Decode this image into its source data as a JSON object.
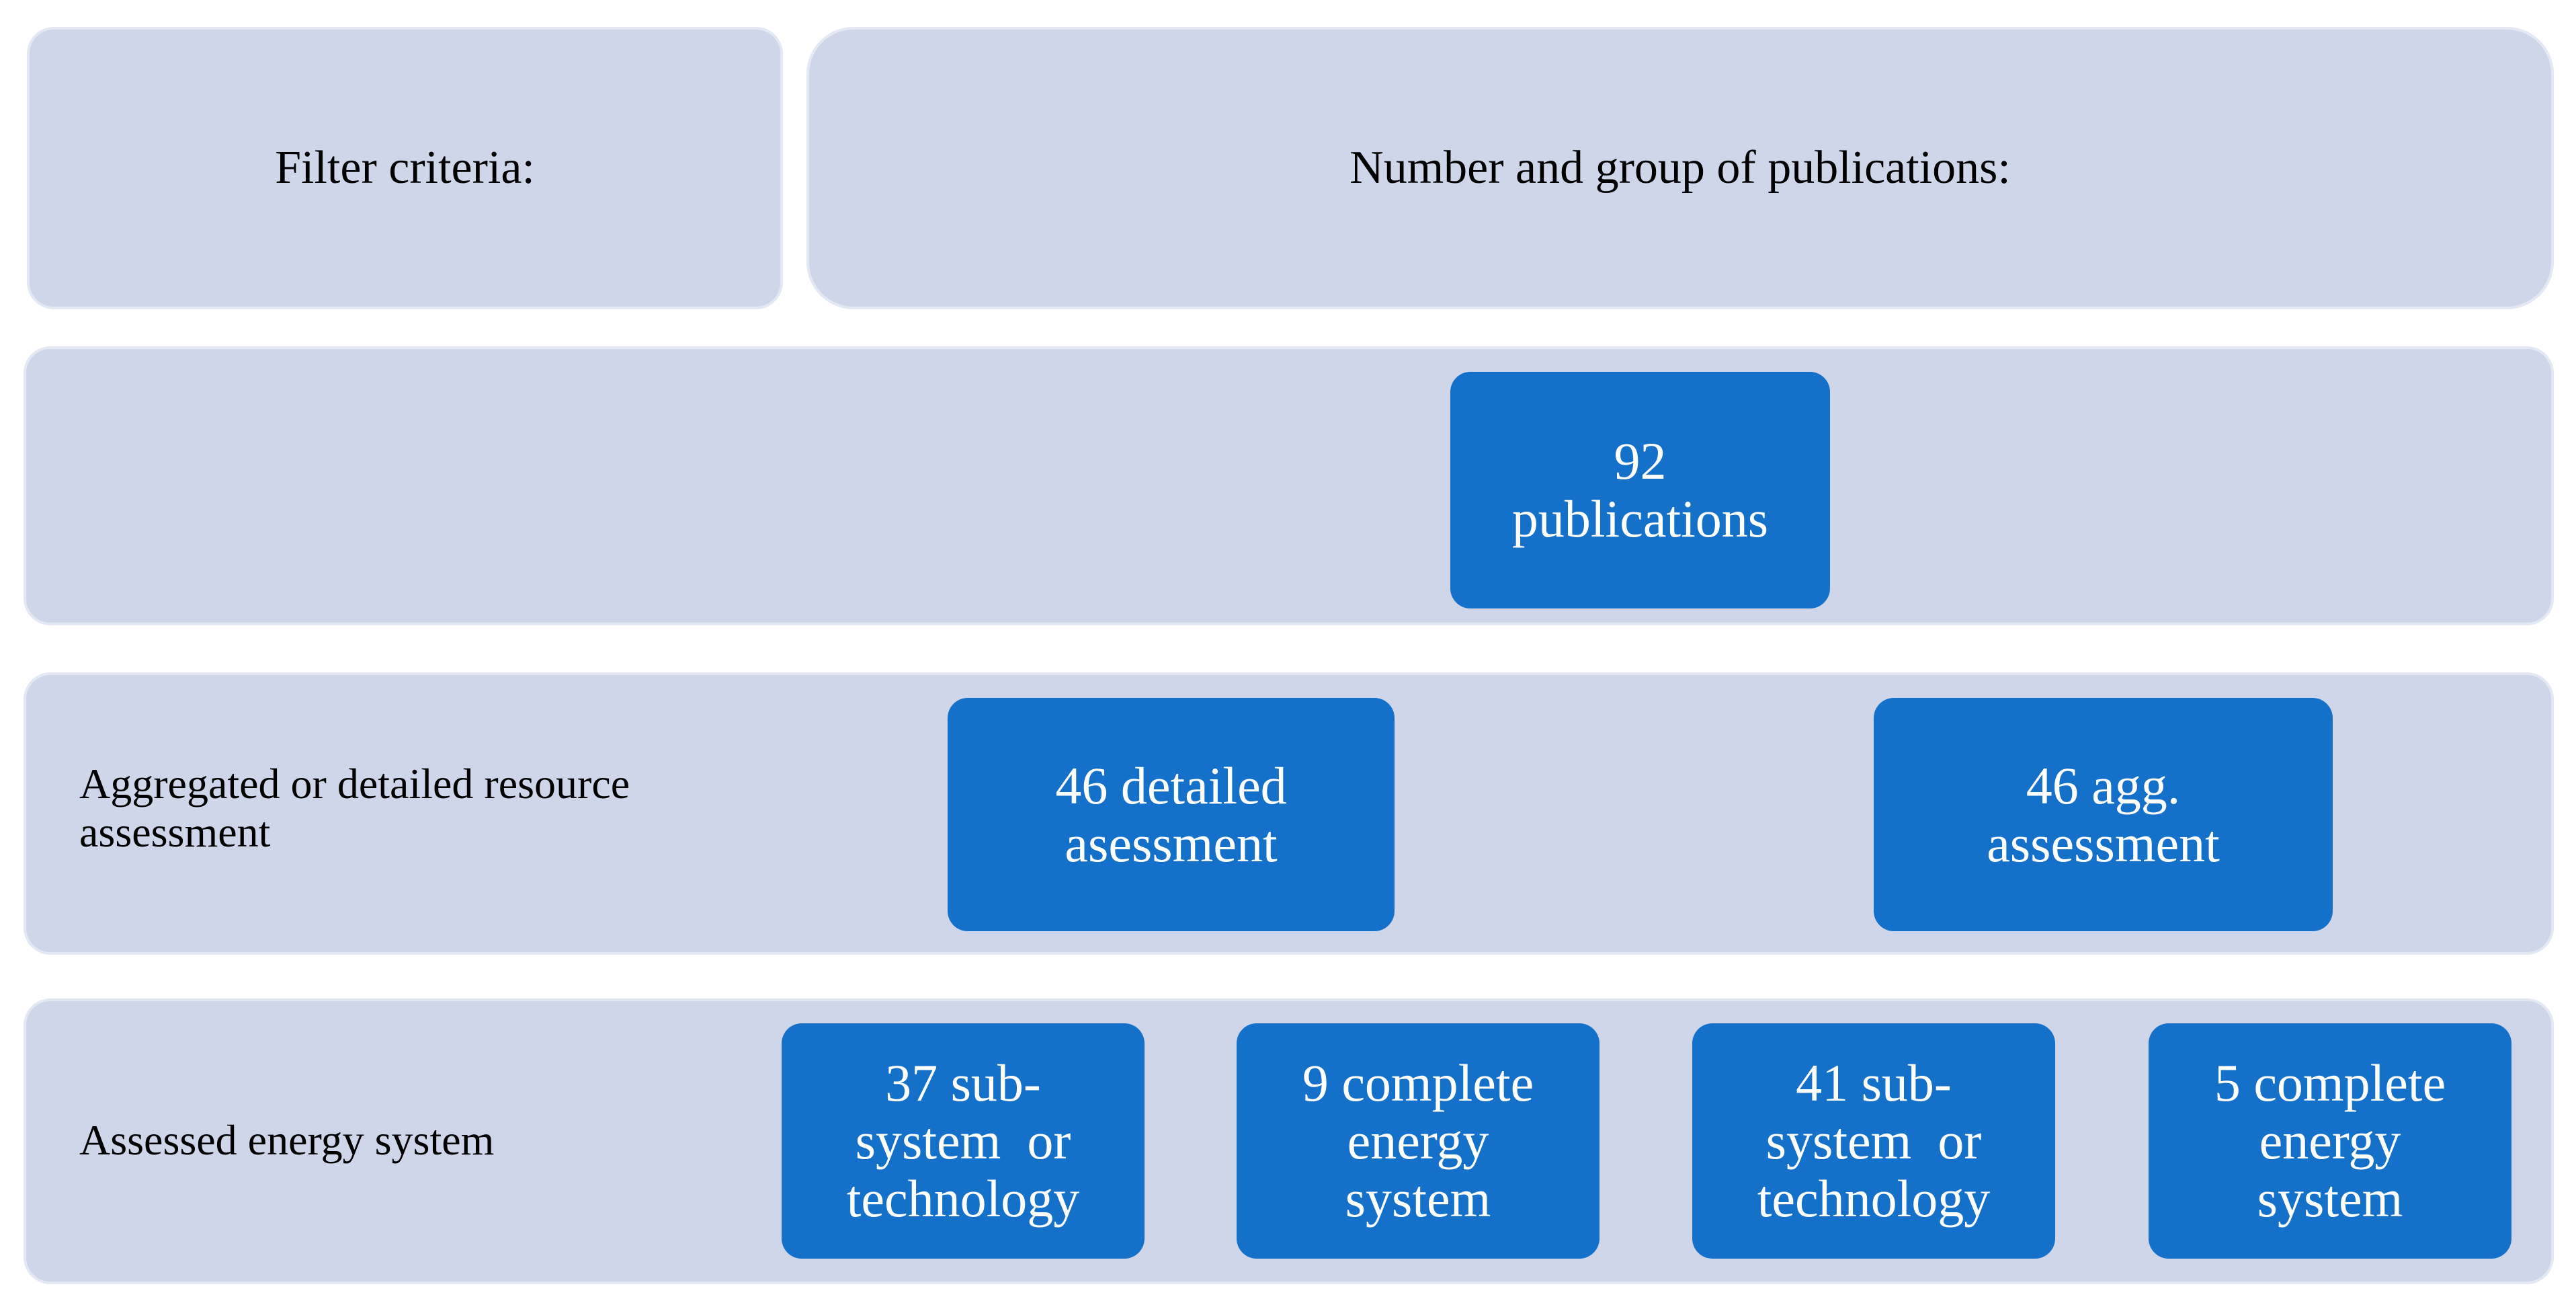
{
  "headers": {
    "filter_criteria": "Filter criteria:",
    "publications": "Number and group of publications:"
  },
  "rows": {
    "aggregation_label_line1": "Aggregated or detailed resource",
    "aggregation_label_line2": "assessment",
    "energy_system_label": "Assessed energy system"
  },
  "boxes": {
    "total": [
      "92",
      "publications"
    ],
    "detailed": [
      "46 detailed",
      "asessment"
    ],
    "aggregated": [
      "46 agg.",
      "assessment"
    ],
    "detailed_sub": [
      "37 sub-",
      "system  or",
      "technology"
    ],
    "detailed_complete": [
      "9 complete",
      "energy",
      "system"
    ],
    "aggregated_sub": [
      "41 sub-",
      "system  or",
      "technology"
    ],
    "aggregated_complete": [
      "5 complete",
      "energy",
      "system"
    ]
  },
  "colors": {
    "band_fill": "#cfd6ea",
    "box_fill": "#1570c9",
    "box_text": "#ffffff"
  }
}
